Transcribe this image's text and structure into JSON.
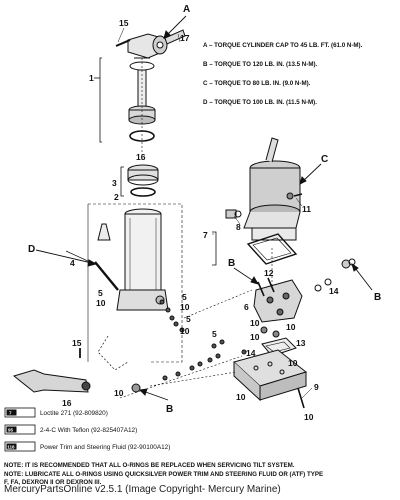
{
  "torque_specs": [
    {
      "key": "A",
      "text": "TORQUE CYLINDER CAP TO 45 LB. FT. (61.0 N-M)."
    },
    {
      "key": "B",
      "text": "TORQUE TO 120 LB. IN. (13.5 N-M)."
    },
    {
      "key": "C",
      "text": "TORQUE TO 80 LB. IN. (9.0 N-M)."
    },
    {
      "key": "D",
      "text": "TORQUE TO 100 LB. IN. (11.5 N-M)."
    }
  ],
  "callouts": {
    "a": "A",
    "b": "B",
    "c": "C",
    "d": "D"
  },
  "parts": {
    "p1": "1",
    "p2": "2",
    "p3": "3",
    "p4": "4",
    "p5": "5",
    "p6": "6",
    "p7": "7",
    "p8": "8",
    "p9": "9",
    "p10": "10",
    "p11": "11",
    "p12": "12",
    "p13": "13",
    "p14": "14",
    "p15": "15",
    "p16": "16",
    "p17": "17"
  },
  "legend": [
    {
      "code": "7",
      "text": "Loctite 271 (92-809820)"
    },
    {
      "code": "95",
      "text": "2-4-C  With Teflon  (92-825407A12)"
    },
    {
      "code": "116",
      "text": "Power Trim  and Steering Fluid (92-90100A12)"
    }
  ],
  "notes": {
    "line1": "NOTE: IT IS RECOMMENDED THAT ALL O-RINGS BE REPLACED WHEN SERVICING TILT SYSTEM.",
    "line2": "NOTE: LUBRICATE ALL O-RINGS USING QUICKSILVER POWER TRIM AND STEERING FLUID OR (ATF) TYPE",
    "line3": "F, FA, DEXRON II OR DEXRON III."
  },
  "copyright": "MercuryPartsOnline v2.5.1 (Image Copyright- Mercury Marine)"
}
